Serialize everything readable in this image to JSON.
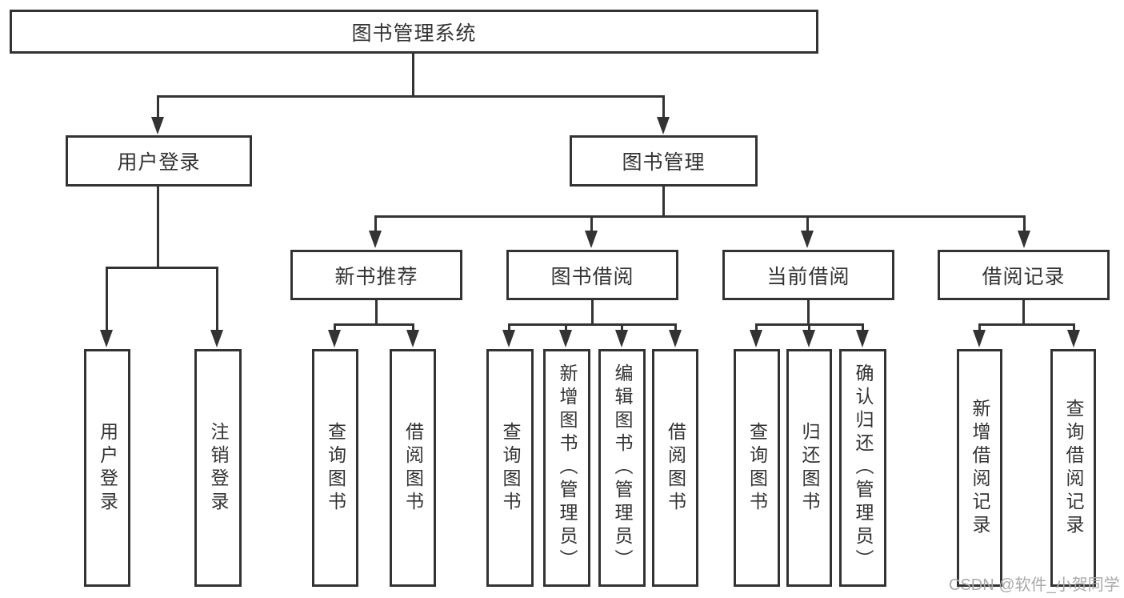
{
  "diagram_title": "图书管理系统",
  "watermark": "CSDN @软件_小贺同学",
  "colors": {
    "line": "#333333",
    "text": "#333333",
    "box_background": "#ffffff",
    "watermark": "#a9a9a9",
    "page_background": "#ffffff"
  },
  "tree": {
    "root": {
      "label": "图书管理系统"
    },
    "user_login": {
      "label": "用户登录",
      "children": [
        {
          "label": "用户登录"
        },
        {
          "label": "注销登录"
        }
      ]
    },
    "book_management": {
      "label": "图书管理",
      "children_labels": [
        "新书推荐",
        "图书借阅",
        "当前借阅",
        "借阅记录"
      ]
    },
    "new_book_recommend": {
      "label": "新书推荐",
      "children": [
        {
          "label": "查询图书"
        },
        {
          "label": "借阅图书"
        }
      ]
    },
    "book_borrow": {
      "label": "图书借阅",
      "children": [
        {
          "label": "查询图书"
        },
        {
          "label": "新增图书（管理员）"
        },
        {
          "label": "编辑图书（管理员）"
        },
        {
          "label": "借阅图书"
        }
      ]
    },
    "current_borrow": {
      "label": "当前借阅",
      "children": [
        {
          "label": "查询图书"
        },
        {
          "label": "归还图书"
        },
        {
          "label": "确认归还（管理员）"
        }
      ]
    },
    "borrow_records": {
      "label": "借阅记录",
      "children": [
        {
          "label": "新增借阅记录"
        },
        {
          "label": "查询借阅记录"
        }
      ]
    }
  }
}
